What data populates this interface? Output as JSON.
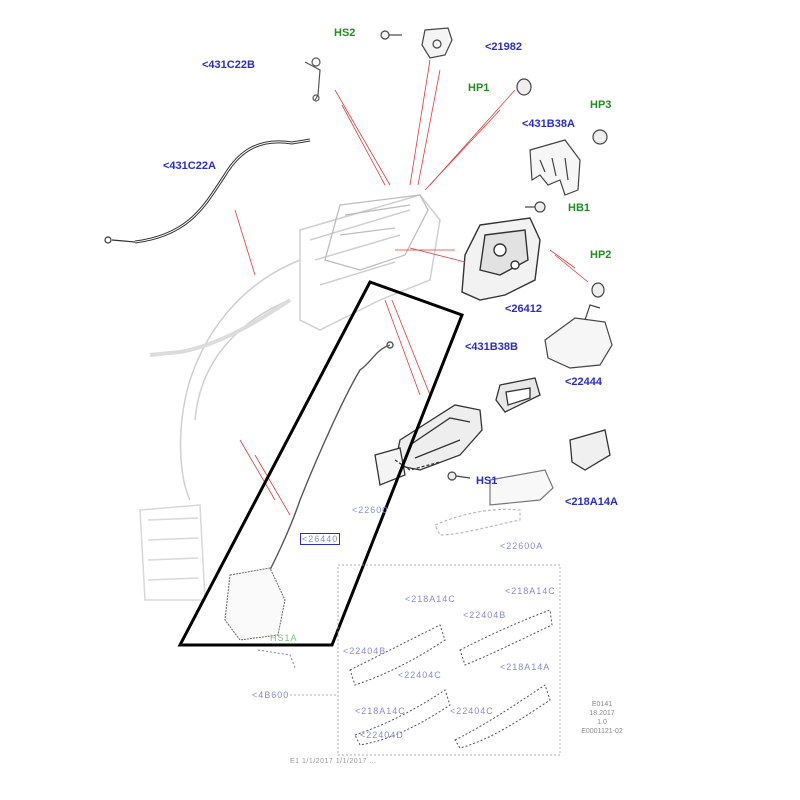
{
  "callouts": {
    "hs2": "HS2",
    "p21982": "<21982",
    "p431c22b": "<431C22B",
    "hp1": "HP1",
    "hp3": "HP3",
    "p431b38a": "<431B38A",
    "p431c22a": "<431C22A",
    "hb1": "HB1",
    "hp2": "HP2",
    "p26412": "<26412",
    "p431b38b": "<431B38B",
    "p22444": "<22444",
    "hs1": "HS1",
    "p218a14a": "<218A14A"
  },
  "faint_labels": {
    "under_latch_bracket": "<22600",
    "boxed_cable": "<26440",
    "under_handle": "<22600A",
    "green_bottom": "HS1A",
    "bottom_left": "<4B600",
    "inset_a": "<218A14C",
    "inset_b": "<218A14C",
    "inset_c": "<22404B",
    "inset_d": "<22404B",
    "inset_e": "<22404C",
    "inset_f": "<218A14A",
    "inset_g": "<218A14C",
    "inset_h": "<22404C",
    "inset_i": "<22404D"
  },
  "side_note": [
    "E0141",
    "18.2017",
    "1.0",
    "E0001121-02"
  ],
  "footer": "E1 1/1/2017 1/1/2017 ...",
  "colors": {
    "callout_blue": "#2b2bd0",
    "callout_green": "#1f8f1f",
    "leader_red": "#e03a3a",
    "highlight_black": "#000000"
  }
}
